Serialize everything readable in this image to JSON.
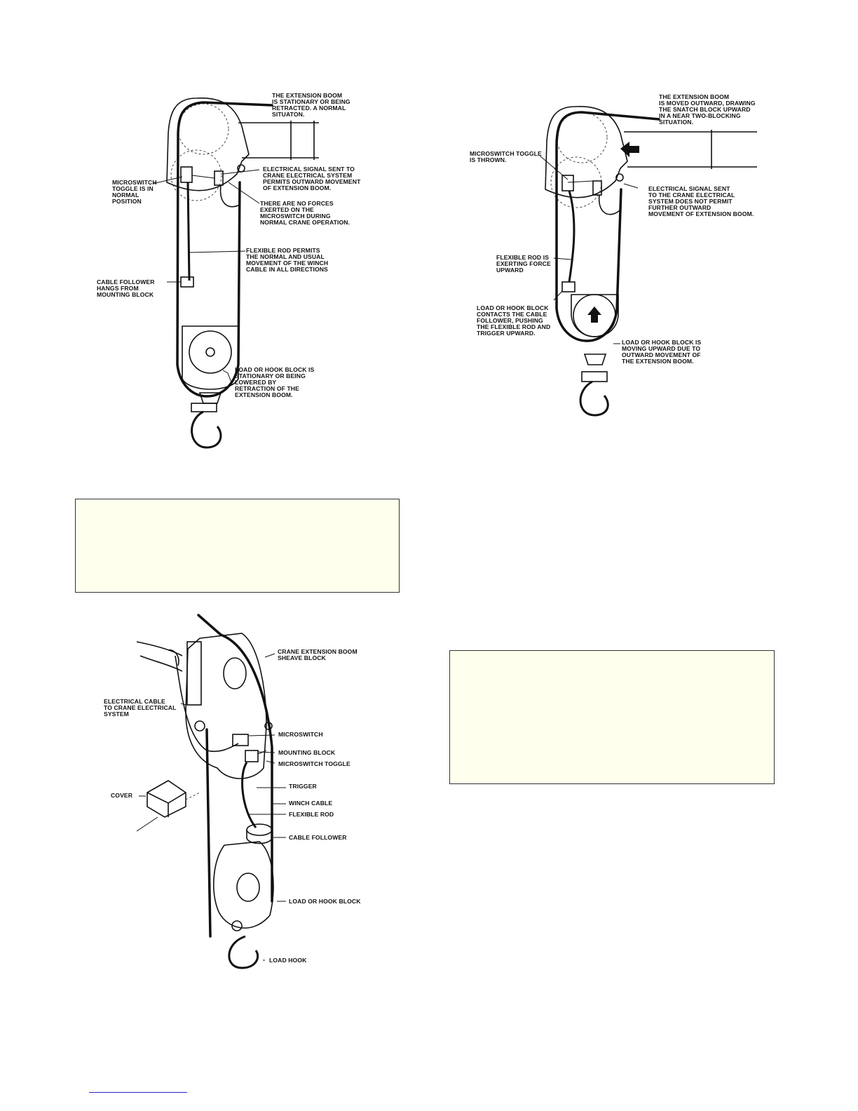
{
  "figure1": {
    "labels": {
      "boom_state": [
        "THE EXTENSION BOOM",
        "IS STATIONARY OR BEING",
        "RETRACTED.  A NORMAL",
        "SITUATON."
      ],
      "signal_sent": [
        "ELECTRICAL SIGNAL SENT TO",
        "CRANE ELECTRICAL SYSTEM",
        "PERMITS OUTWARD MOVEMENT",
        "OF EXTENSION BOOM."
      ],
      "toggle": [
        "MICROSWITCH",
        "TOGGLE IS IN",
        "NORMAL",
        "POSITION"
      ],
      "no_forces": [
        "THERE ARE NO FORCES",
        "EXERTED ON THE",
        "MICROSWITCH DURING",
        "NORMAL CRANE OPERATION."
      ],
      "flexible_rod": [
        "FLEXIBLE ROD PERMITS",
        "THE NORMAL AND USUAL",
        "MOVEMENT OF THE WINCH",
        "CABLE IN ALL DIRECTIONS"
      ],
      "cable_follower": [
        "CABLE FOLLOWER",
        "HANGS FROM",
        "MOUNTING BLOCK"
      ],
      "hook_block": [
        "LOAD OR HOOK BLOCK IS",
        "STATIONARY OR BEING",
        "LOWERED BY",
        "RETRACTION OF THE",
        "EXTENSION BOOM."
      ]
    }
  },
  "figure2": {
    "labels": {
      "boom_state": [
        "THE EXTENSION BOOM",
        "IS MOVED OUTWARD, DRAWING",
        "THE SNATCH BLOCK UPWARD",
        "IN A NEAR TWO-BLOCKING",
        "SITUATION."
      ],
      "toggle": [
        "MICROSWITCH TOGGLE",
        "IS THROWN."
      ],
      "signal_sent": [
        "ELECTRICAL SIGNAL SENT",
        "TO THE CRANE ELECTRICAL",
        "SYSTEM DOES NOT PERMIT",
        "FURTHER OUTWARD",
        "MOVEMENT OF EXTENSION BOOM."
      ],
      "flexible_rod": [
        "FLEXIBLE ROD IS",
        "EXERTING FORCE",
        "UPWARD"
      ],
      "contact": [
        "LOAD OR HOOK BLOCK",
        "CONTACTS THE CABLE",
        "FOLLOWER, PUSHING",
        "THE FLEXIBLE ROD AND",
        "TRIGGER UPWARD."
      ],
      "moving_up": [
        "LOAD OR HOOK BLOCK IS",
        "MOVING UPWARD DUE TO",
        "OUTWARD MOVEMENT OF",
        "THE EXTENSION BOOM."
      ]
    }
  },
  "figure3": {
    "labels": {
      "sheave": [
        "CRANE EXTENSION BOOM",
        "SHEAVE BLOCK"
      ],
      "electrical_cable": [
        "ELECTRICAL CABLE",
        "TO CRANE ELECTRICAL",
        "SYSTEM"
      ],
      "microswitch": "MICROSWITCH",
      "mounting_block": "MOUNTING BLOCK",
      "microswitch_toggle": "MICROSWITCH TOGGLE",
      "trigger": "TRIGGER",
      "cover": "COVER",
      "winch_cable": "WINCH CABLE",
      "flexible_rod": "FLEXIBLE ROD",
      "cable_follower": "CABLE FOLLOWER",
      "hook_block": "LOAD OR HOOK BLOCK",
      "load_hook": "LOAD HOOK"
    }
  },
  "colors": {
    "note_fill": "#ffffee",
    "link_underline": "#2222cc"
  }
}
